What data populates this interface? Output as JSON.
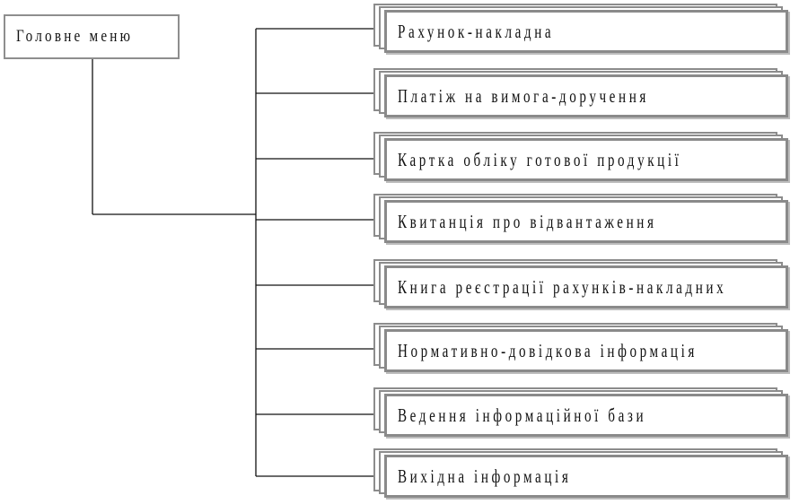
{
  "root": {
    "label": "Головне меню"
  },
  "items": [
    {
      "label": "Рахунок-накладна"
    },
    {
      "label": "Платіж на вимога-доручення"
    },
    {
      "label": "Картка обліку готової продукції"
    },
    {
      "label": "Квитанція про відвантаження"
    },
    {
      "label": "Книга реєстрації рахунків-накладних"
    },
    {
      "label": "Нормативно-довідкова інформація"
    },
    {
      "label": "Ведення інформаційної бази"
    },
    {
      "label": "Вихідна інформація"
    }
  ]
}
